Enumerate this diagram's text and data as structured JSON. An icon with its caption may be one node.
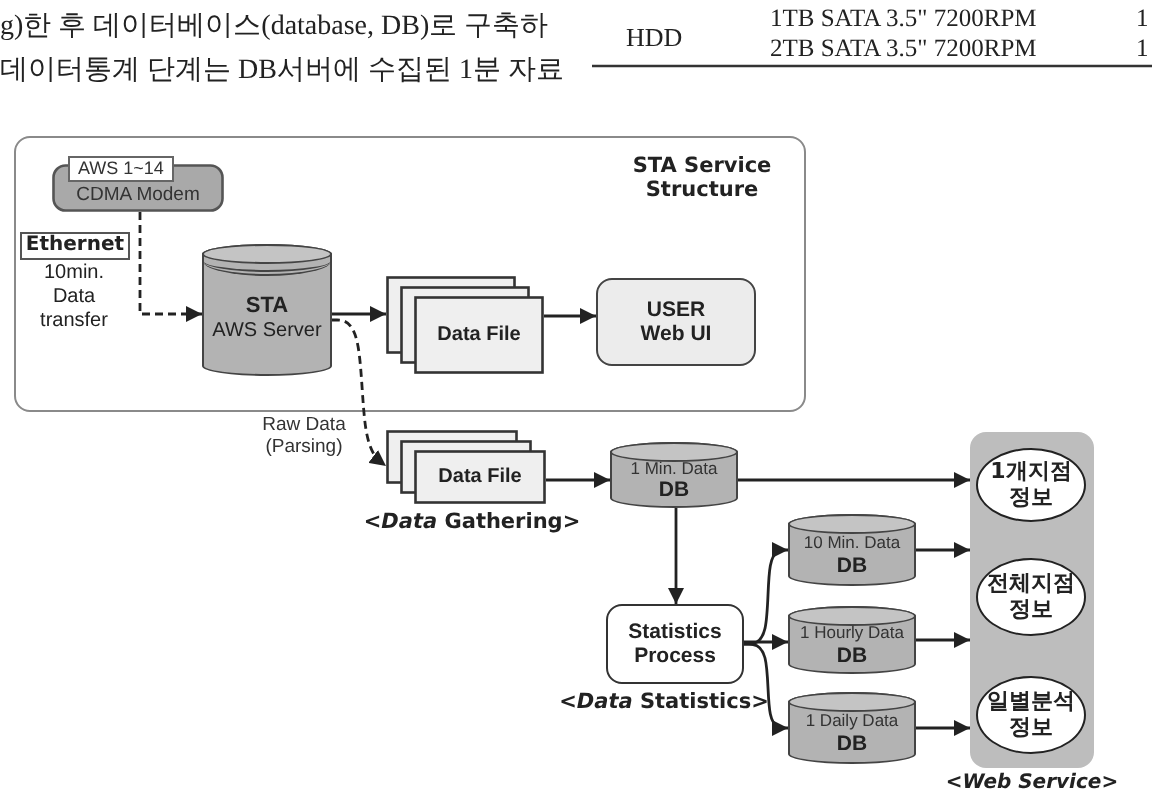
{
  "diagram": {
    "nodes": [
      {
        "text": [
          "STA Service Structure"
        ]
      },
      {
        "text": [
          "AWS 1~14",
          "CDMA Modem"
        ],
        "in": 0
      },
      {
        "text": [
          "Ethernet"
        ],
        "beside": [
          "10min. Data transfer"
        ],
        "in": 0
      },
      {
        "text": [
          "STA",
          "AWS Server"
        ],
        "in": 0
      },
      {
        "text": [
          "Data File"
        ],
        "in": 0
      },
      {
        "text": [
          "USER Web UI"
        ],
        "in": 0
      },
      {
        "text": [
          "Data File"
        ],
        "beside": [
          "<*Data* Gathering>"
        ]
      },
      {
        "text": [
          "1 Min. Data",
          "DB"
        ]
      },
      {
        "text": [
          "Statistics Process"
        ],
        "beside": [
          "<*Data* Statistics>"
        ]
      },
      {
        "text": [
          "10 Min. Data",
          "DB"
        ]
      },
      {
        "text": [
          "1 Hourly Data",
          "DB"
        ]
      },
      {
        "text": [
          "1 Daily Data",
          "DB"
        ]
      },
      {
        "text": [],
        "shape": "box",
        "beside": [
          "<*Web Service*>"
        ]
      },
      {
        "text": [
          "1개지점 정보"
        ],
        "in": 12
      },
      {
        "text": [
          "전체지점 정보"
        ],
        "in": 12
      },
      {
        "text": [
          "일별분석 정보"
        ],
        "in": 12
      }
    ],
    "edges": [
      {
        "from": 1,
        "to": 3,
        "arrow": "to",
        "style": "dashed"
      },
      {
        "from": 3,
        "to": 4,
        "arrow": "to"
      },
      {
        "from": 4,
        "to": 5,
        "arrow": "to"
      },
      {
        "from": 3,
        "to": 6,
        "arrow": "to",
        "style": "dashed",
        "label": "Raw Data (Parsing)"
      },
      {
        "from": 6,
        "to": 7,
        "arrow": "to"
      },
      {
        "from": 7,
        "to": 12,
        "arrow": "to"
      },
      {
        "from": 7,
        "to": 8,
        "arrow": "to"
      },
      {
        "from": 8,
        "to": 9,
        "arrow": "to"
      },
      {
        "from": 8,
        "to": 10,
        "arrow": "to"
      },
      {
        "from": 8,
        "to": 11,
        "arrow": "to"
      },
      {
        "from": 9,
        "to": 12,
        "arrow": "to"
      },
      {
        "from": 10,
        "to": 12,
        "arrow": "to"
      },
      {
        "from": 11,
        "to": 12,
        "arrow": "to"
      }
    ],
    "labels": [
      "g)한 후 데이터베이스(database, DB)로 구축하",
      "데이터통계 단계는 DB서버에 수집된 1분 자료",
      "HDD",
      "1TB SATA 3.5\" 7200RPM",
      "1",
      "2TB SATA 3.5\" 7200RPM",
      "1"
    ]
  }
}
